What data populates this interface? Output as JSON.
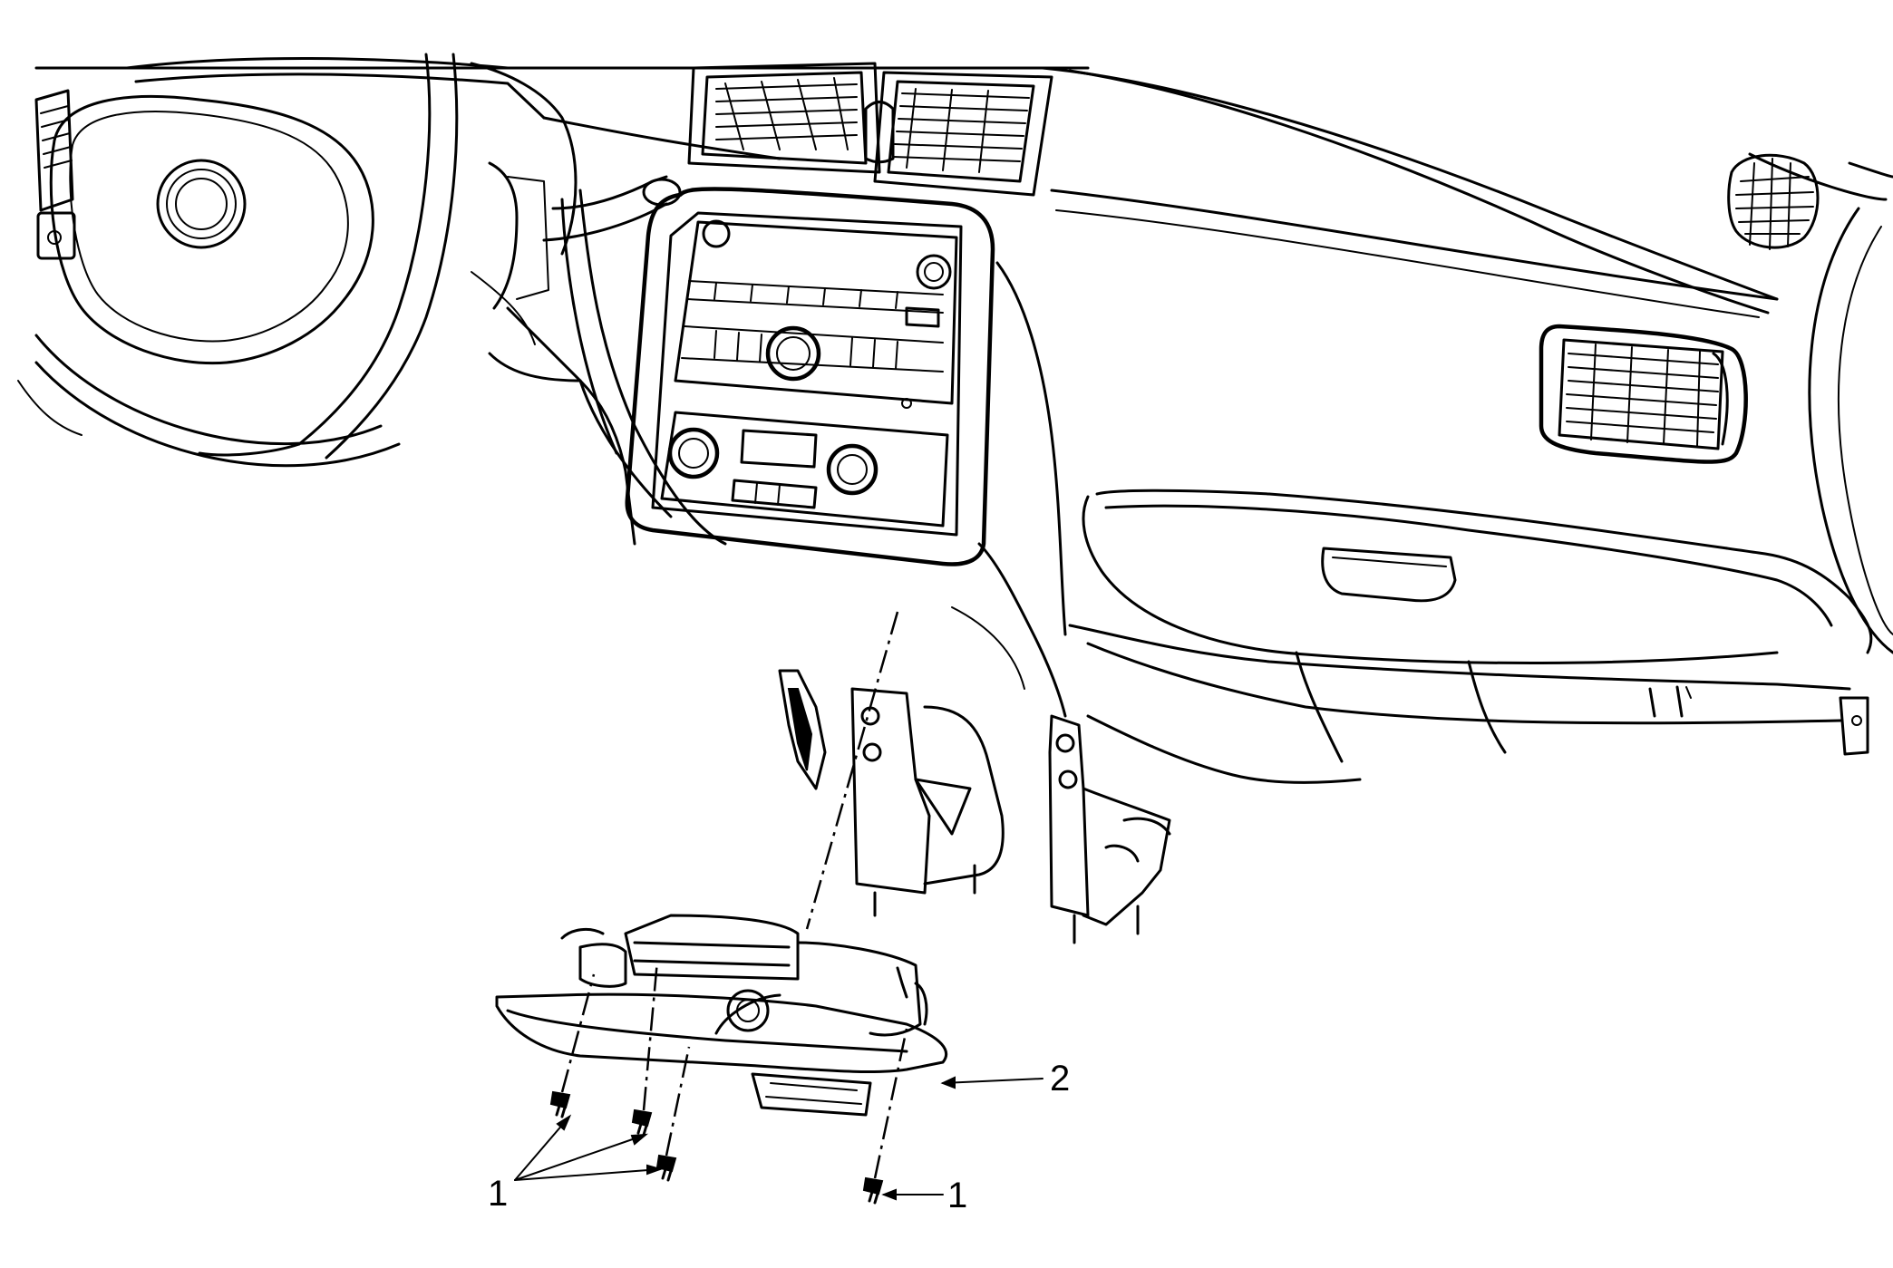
{
  "callouts": [
    {
      "id": "fastener-group-left",
      "label": "1"
    },
    {
      "id": "fastener-right",
      "label": "1"
    },
    {
      "id": "lower-panel",
      "label": "2"
    }
  ]
}
